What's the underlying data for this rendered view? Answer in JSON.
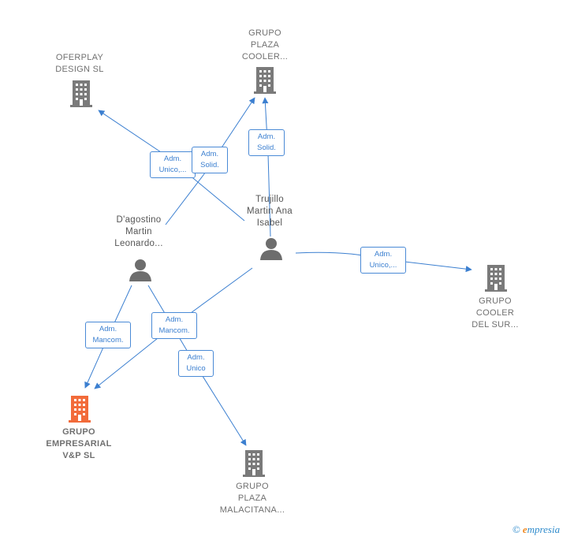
{
  "nodes": {
    "oferplay": {
      "lines": [
        "OFERPLAY",
        "DESIGN  SL"
      ],
      "type": "company"
    },
    "plaza_cooler": {
      "lines": [
        "GRUPO",
        "PLAZA",
        "COOLER..."
      ],
      "type": "company"
    },
    "trujillo": {
      "lines": [
        "Trujillo",
        "Martin Ana",
        "Isabel"
      ],
      "type": "person"
    },
    "dagostino": {
      "lines": [
        "D'agostino",
        "Martin",
        "Leonardo..."
      ],
      "type": "person"
    },
    "cooler_sur": {
      "lines": [
        "GRUPO",
        "COOLER",
        "DEL SUR..."
      ],
      "type": "company"
    },
    "empresarial": {
      "lines": [
        "GRUPO",
        "EMPRESARIAL",
        "V&P  SL"
      ],
      "type": "company-highlight"
    },
    "malacitana": {
      "lines": [
        "GRUPO",
        "PLAZA",
        "MALACITANA..."
      ],
      "type": "company"
    }
  },
  "edges": {
    "e1": [
      "Adm.",
      "Unico,..."
    ],
    "e2": [
      "Adm.",
      "Solid."
    ],
    "e3": [
      "Adm.",
      "Solid."
    ],
    "e4": [
      "Adm.",
      "Unico,..."
    ],
    "e5": [
      "Adm.",
      "Mancom."
    ],
    "e6": [
      "Adm.",
      "Mancom."
    ],
    "e7": [
      "Adm.",
      "Unico"
    ]
  },
  "colors": {
    "edge": "#3b7fd0",
    "company_icon": "#7a7a7a",
    "highlight_icon": "#f26b3a",
    "person_icon": "#6d6d6d"
  },
  "brand": {
    "copyright": "©",
    "first": "e",
    "rest": "mpresia"
  }
}
